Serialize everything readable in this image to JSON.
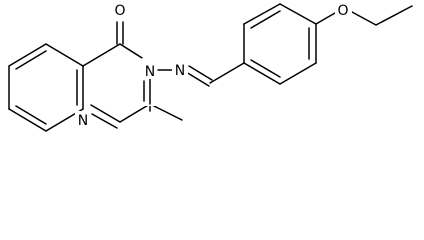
{
  "molecule": {
    "atom_labels": {
      "carbonyl_oxygen": "O",
      "ether_oxygen": "O",
      "ring_nitrogen_top": "N",
      "ring_nitrogen_bottom": "N",
      "imine_nitrogen": "N"
    },
    "colors": {
      "bond": "#000000",
      "text": "#000000",
      "background": "#ffffff"
    }
  }
}
